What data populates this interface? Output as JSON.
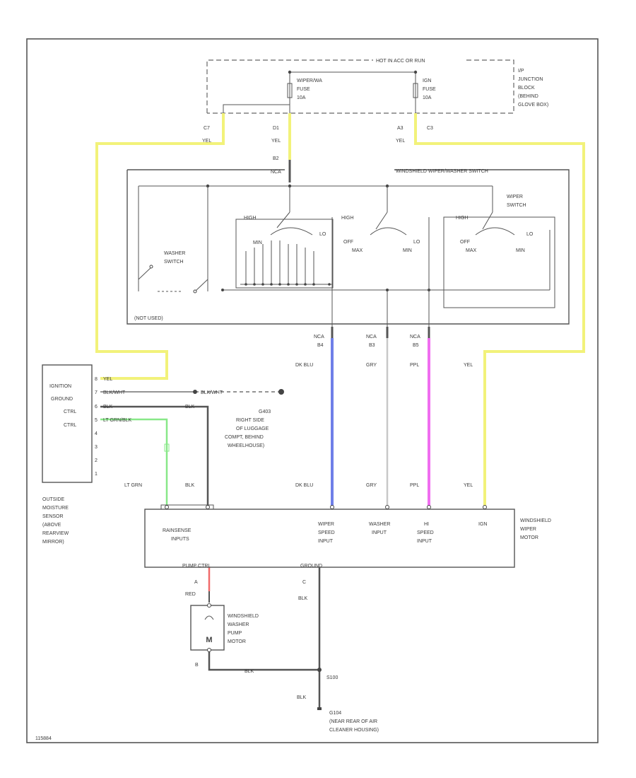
{
  "fuse_block": {
    "title": "HOT IN ACC OR RUN",
    "fuse1": [
      "WIPER/WA",
      "FUSE",
      "10A"
    ],
    "fuse2": [
      "IGN",
      "FUSE",
      "10A"
    ],
    "label": [
      "I/P",
      "JUNCTION",
      "BLOCK",
      "(BEHIND",
      "GLOVE BOX)"
    ]
  },
  "connectors": {
    "c7": "C7",
    "d1": "D1",
    "a3": "A3",
    "c3": "C3",
    "b2": "B2",
    "nca": "NCA",
    "b4": "B4",
    "b3": "B3",
    "b5": "B5",
    "a": "A",
    "c": "C",
    "b": "B"
  },
  "switch_box": {
    "title": "WINDSHIELD WIPER/WASHER SWITCH",
    "washer_switch": [
      "WASHER",
      "SWITCH"
    ],
    "wiper_switch": [
      "WIPER",
      "SWITCH"
    ],
    "not_used": "(NOT USED)",
    "positions": {
      "high": "HIGH",
      "lo": "LO",
      "off": "OFF",
      "min": "MIN",
      "max": "MAX"
    }
  },
  "sensor": {
    "pins": [
      "IGNITION",
      "GROUND",
      "CTRL",
      "CTRL"
    ],
    "pin_numbers": [
      "8",
      "7",
      "6",
      "5",
      "4",
      "3",
      "2",
      "1"
    ],
    "label": [
      "OUTSIDE",
      "MOISTURE",
      "SENSOR",
      "(ABOVE",
      "REARVIEW",
      "MIRROR)"
    ]
  },
  "ground_g403": {
    "id": "G403",
    "label": [
      "RIGHT SIDE",
      "OF LUGGAGE",
      "COMPT, BEHIND",
      "WHEELHOUSE)"
    ]
  },
  "motor": {
    "inputs": [
      "RAINSENSE",
      "INPUTS"
    ],
    "wiper_speed": [
      "WIPER",
      "SPEED",
      "INPUT"
    ],
    "washer": [
      "WASHER",
      "INPUT"
    ],
    "hi_speed": [
      "HI",
      "SPEED",
      "INPUT"
    ],
    "ign": "IGN",
    "pump_ctrl": "PUMP CTRL",
    "ground": "GROUND",
    "label": [
      "WINDSHIELD",
      "WIPER",
      "MOTOR"
    ]
  },
  "pump": {
    "label": [
      "WINDSHIELD",
      "WASHER",
      "PUMP",
      "MOTOR"
    ],
    "symbol": "M"
  },
  "ground_g104": {
    "splice": "S100",
    "id": "G104",
    "label": [
      "(NEAR REAR OF AIR",
      "CLEANER HOUSING)"
    ]
  },
  "wires": {
    "yel": "YEL",
    "dk_blu": "DK BLU",
    "gry": "GRY",
    "ppl": "PPL",
    "lt_grn": "LT GRN",
    "blk": "BLK",
    "red": "RED",
    "blk_wht": "BLK/WHT",
    "lt_grn_blk": "LT GRN/BLK",
    "blk_wht2": "BLK/WHT"
  },
  "ref": "115884",
  "colors": {
    "yellow": "#f2f27a",
    "blue": "#6f7fe8",
    "gray": "#c8c8c8",
    "pink": "#f06ef0",
    "green": "#88e888",
    "red": "#f06a6a",
    "line": "#555555"
  }
}
